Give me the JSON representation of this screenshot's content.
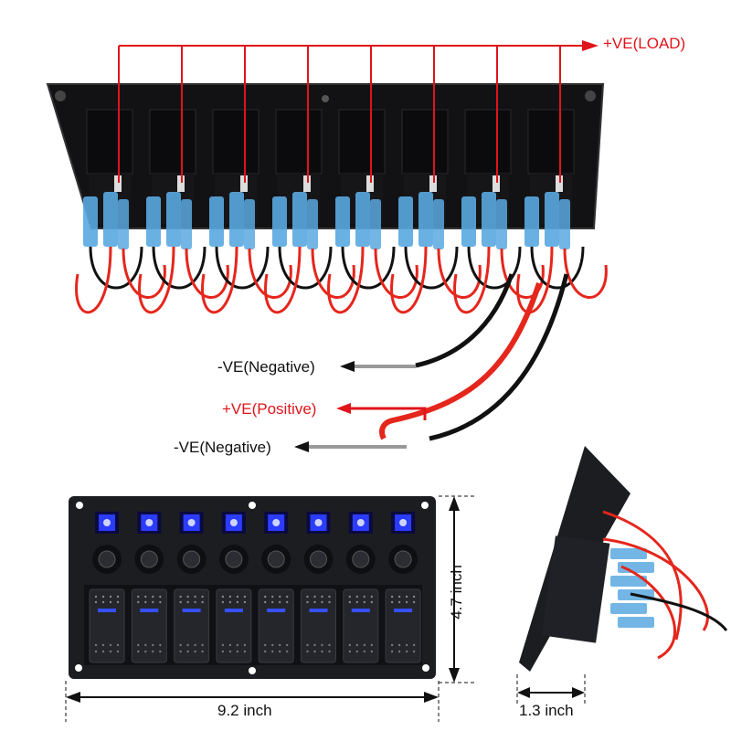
{
  "labels": {
    "load": "+VE(LOAD)",
    "negative_top": "-VE(Negative)",
    "positive": "+VE(Positive)",
    "negative_bottom": "-VE(Negative)"
  },
  "dimensions": {
    "width": "9.2 inch",
    "height": "4.7 inch",
    "depth": "1.3 inch"
  },
  "panel": {
    "switch_count": 8,
    "led_color": "#2b3cff",
    "panel_color": "#1c1d21",
    "wire_red": "#e5261c",
    "wire_black": "#111111",
    "connector_blue": "#5aa9e0",
    "annotation_red": "#e0141b"
  }
}
